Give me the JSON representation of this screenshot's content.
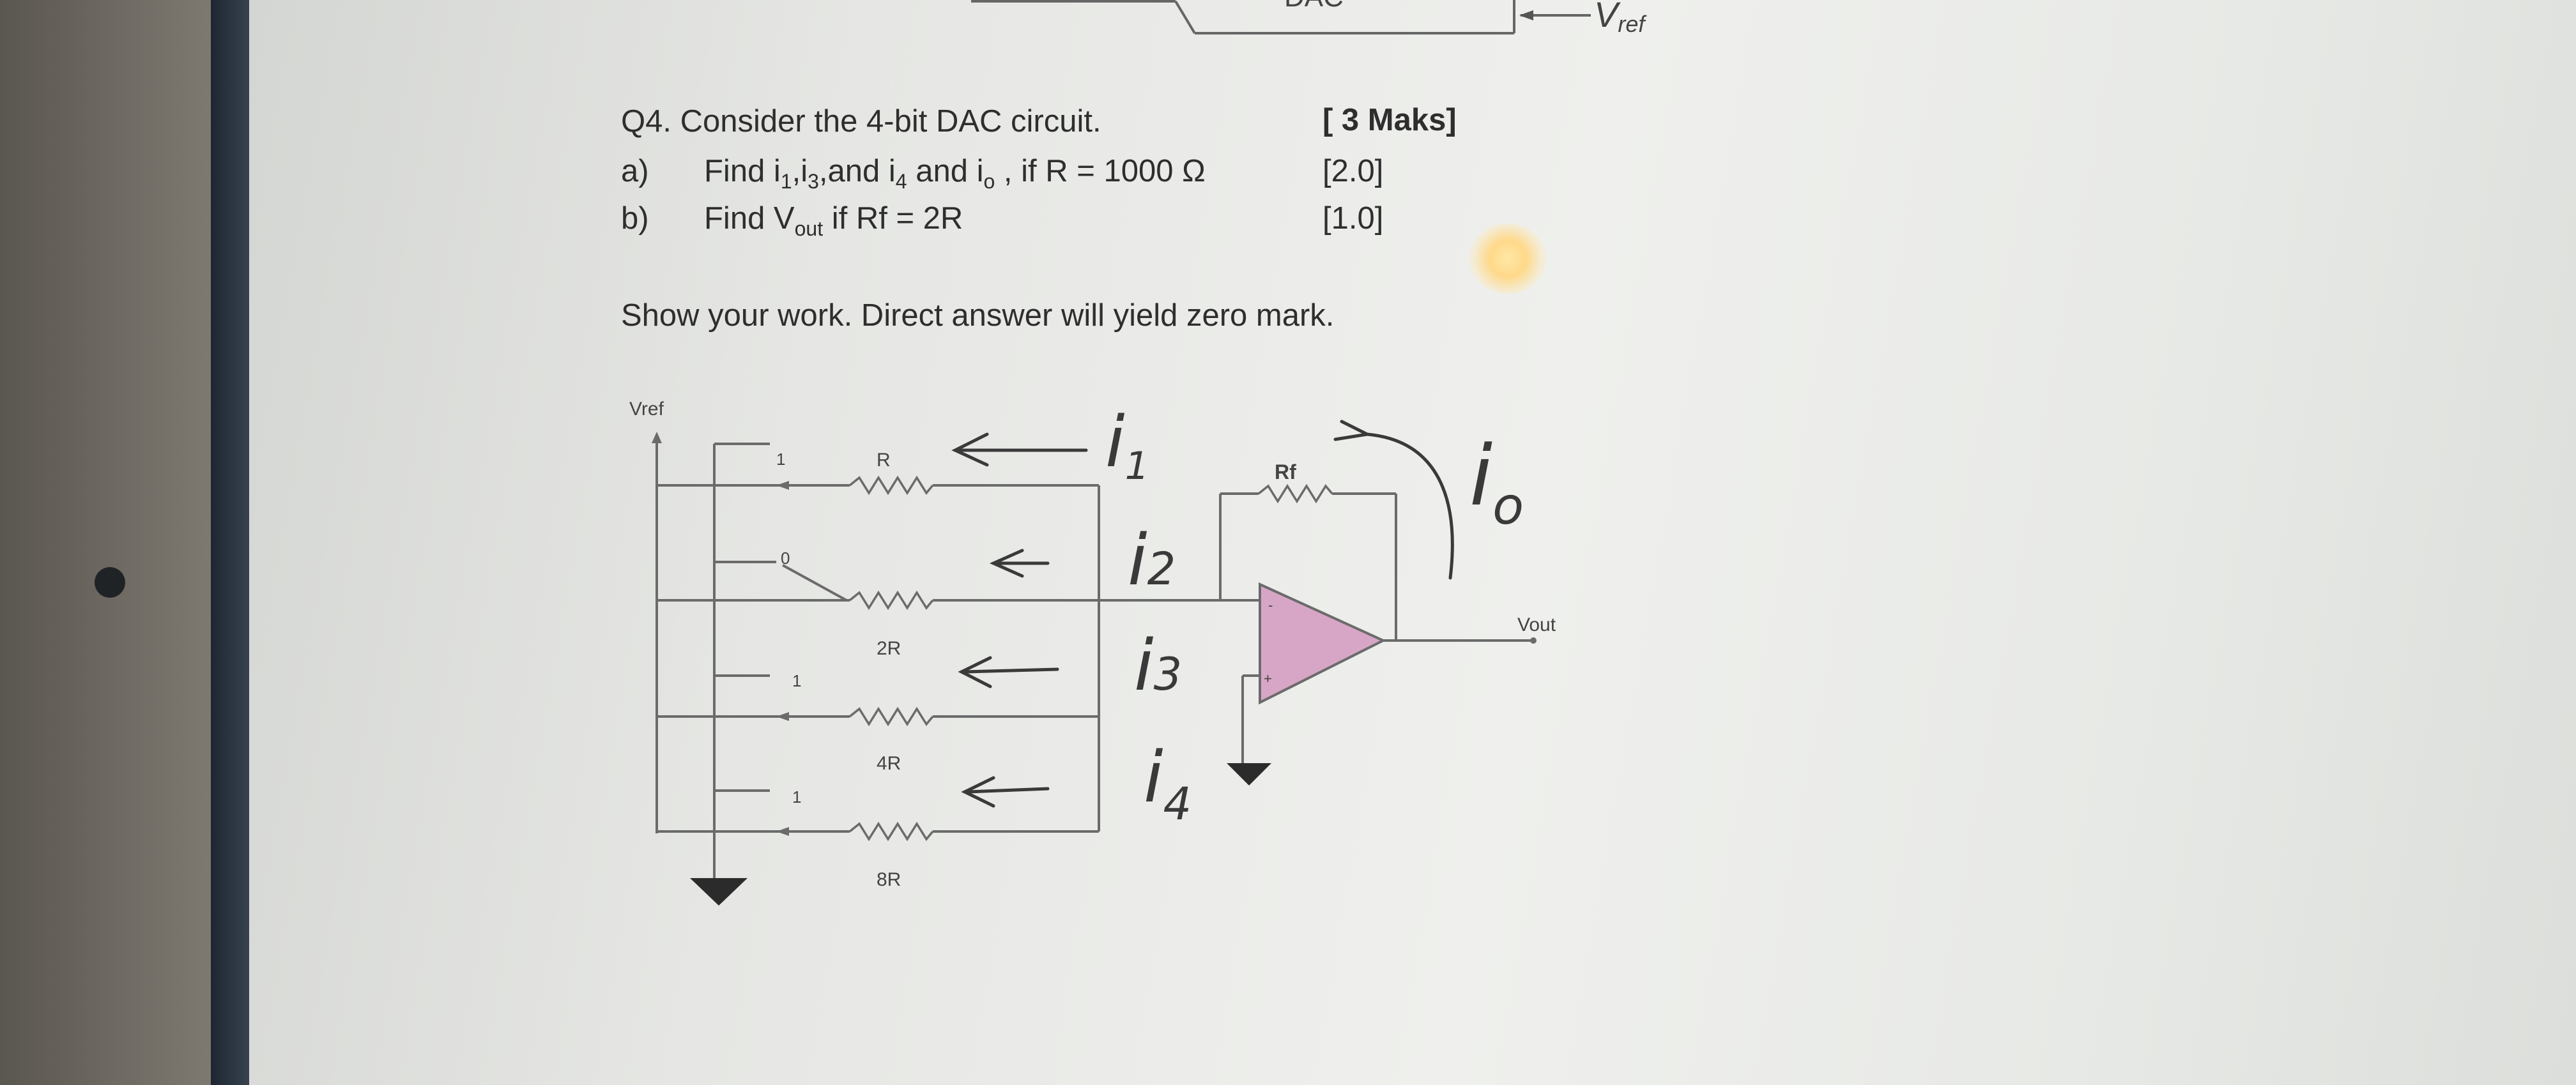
{
  "top_fragment": {
    "vref_label": "V",
    "vref_sub": "ref",
    "dac_partial": "DAC"
  },
  "question": {
    "heading": "Q4. Consider the 4-bit DAC circuit.",
    "heading_marks": "[ 3 Maks]",
    "parts": [
      {
        "label": "a)",
        "text_before": "Find i",
        "sub1": "1",
        "mid1": ",i",
        "sub2": "3",
        "mid2": ",and i",
        "sub3": "4",
        "mid3": " and i",
        "sub4": "o",
        "text_after": " , if R = 1000 Ω",
        "marks": "[2.0]"
      },
      {
        "label": "b)",
        "text_before": "Find V",
        "sub1": "out",
        "text_after": " if Rf = 2R",
        "marks": "[1.0]"
      }
    ],
    "instruction": "Show your work. Direct answer will yield zero mark."
  },
  "circuit": {
    "vref": "Vref",
    "switch_values": [
      "1",
      "0",
      "1",
      "1"
    ],
    "resistors": [
      "R",
      "2R",
      "4R",
      "8R"
    ],
    "rf": "Rf",
    "vout": "Vout",
    "opamp_minus": "-",
    "opamp_plus": "+"
  },
  "handwriting": {
    "i1": "i",
    "i1_sub": "1",
    "i2": "i",
    "i2_sub": "2",
    "i3": "i",
    "i3_sub": "3",
    "i4": "i",
    "i4_sub": "4",
    "io": "i",
    "io_sub": "o"
  },
  "colors": {
    "opamp_fill": "#d7a6c6",
    "wire": "#6b6b6b",
    "ink": "#3a3a3a"
  }
}
